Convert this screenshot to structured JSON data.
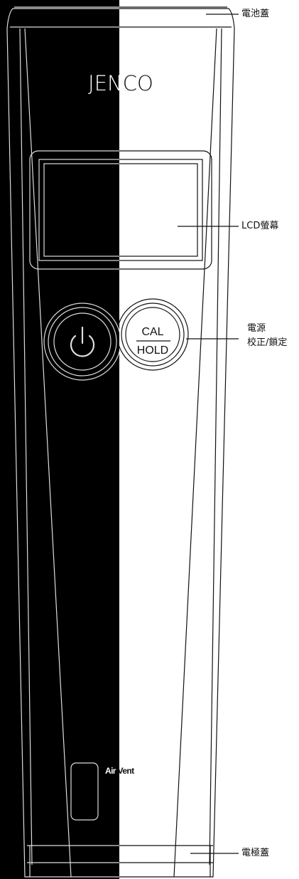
{
  "device": {
    "brand_left": "JEN",
    "brand_right": "CO",
    "cal_label": "CAL",
    "hold_label": "HOLD",
    "air_vent_left": "Air",
    "air_vent_right": " Vent",
    "power_icon": "power-icon"
  },
  "callouts": {
    "battery_cover": "電池蓋",
    "lcd_screen": "LCD螢幕",
    "power_line": "電源",
    "cal_hold_line": "校正/鎖定",
    "electrode_cover": "電極蓋"
  },
  "colors": {
    "dark_half": "#000000",
    "light_half": "#ffffff",
    "outline": "#111111"
  }
}
